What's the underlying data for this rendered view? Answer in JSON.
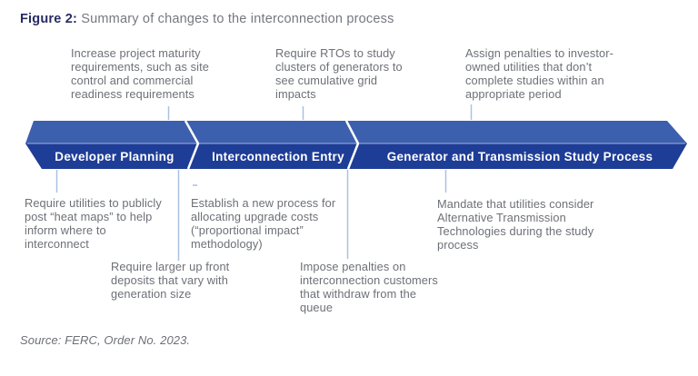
{
  "title": {
    "prefix": "Figure 2:",
    "text": " Summary of changes to the interconnection process"
  },
  "stages": [
    {
      "label": "Developer Planning"
    },
    {
      "label": "Interconnection Entry"
    },
    {
      "label": "Generator and Transmission Study Process"
    }
  ],
  "callouts_top": [
    {
      "text": "Increase project maturity\nrequirements, such as site\ncontrol and commercial\nreadiness requirements"
    },
    {
      "text": "Require RTOs to study\nclusters of generators to\nsee cumulative grid\nimpacts"
    },
    {
      "text": "Assign penalties to investor-\nowned utilities that don’t\ncomplete studies within an\nappropriate period"
    }
  ],
  "callouts_bottom": [
    {
      "text": "Require utilities to publicly\npost “heat maps” to help\ninform where to\ninterconnect"
    },
    {
      "text": "Establish a new process for\nallocating upgrade costs\n(“proportional impact”\nmethodology)"
    },
    {
      "text": "Require larger up front\ndeposits that vary with\ngeneration size"
    },
    {
      "text": "Impose penalties on\ninterconnection customers\nthat withdraw from the\nqueue"
    },
    {
      "text": "Mandate that utilities consider\nAlternative Transmission\nTechnologies during the study\nprocess"
    }
  ],
  "source": "Source: FERC, Order No. 2023.",
  "colors": {
    "band_light": "#3c5fae",
    "band_dark": "#1e3d96",
    "separator": "#ffffff",
    "junction": "#ffffff",
    "connector": "#a9c1e3",
    "title_navy": "#262c63",
    "title_grey": "#75787f",
    "text_grey": "#6d7077",
    "label_white": "#ffffff"
  }
}
